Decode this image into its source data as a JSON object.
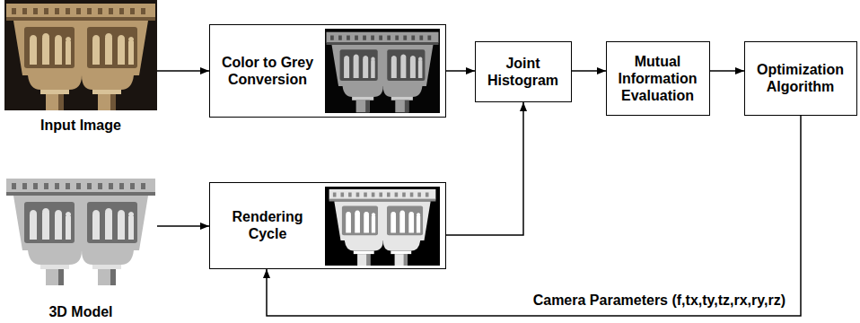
{
  "diagram": {
    "nodes": [
      {
        "text": [
          "Input Image"
        ]
      },
      {
        "text": [
          "Color to Grey Conversion"
        ]
      },
      {
        "text": [
          "Joint Histogram"
        ]
      },
      {
        "text": [
          "Mutual Information Evaluation"
        ]
      },
      {
        "text": [
          "Optimization Algorithm"
        ]
      },
      {
        "text": [
          "3D Model"
        ]
      },
      {
        "text": [
          "Rendering Cycle"
        ]
      }
    ],
    "edges": [
      {
        "from": 0,
        "to": 1,
        "arrow": "to"
      },
      {
        "from": 1,
        "to": 2,
        "arrow": "to"
      },
      {
        "from": 2,
        "to": 3,
        "arrow": "to"
      },
      {
        "from": 3,
        "to": 4,
        "arrow": "to"
      },
      {
        "from": 5,
        "to": 6,
        "arrow": "to"
      },
      {
        "from": 6,
        "to": 2,
        "arrow": "to"
      },
      {
        "from": 4,
        "to": 6,
        "label": "Camera Parameters (f,tx,ty,tz,rx,ry,rz)",
        "arrow": "to"
      }
    ]
  }
}
